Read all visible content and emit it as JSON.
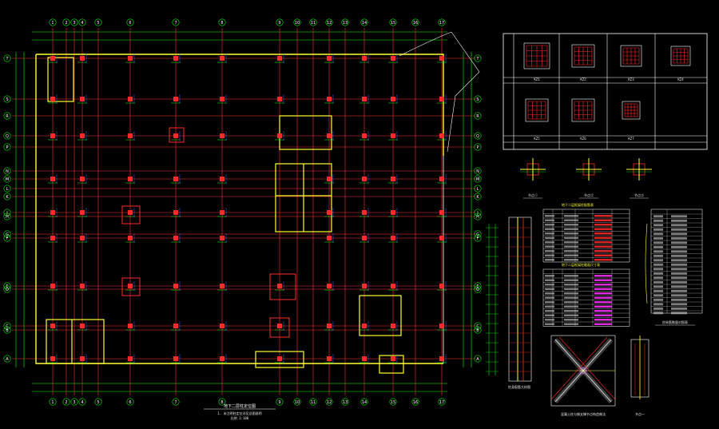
{
  "drawing": {
    "plan_title": "地下二层柱定位图",
    "plan_note": "1. 未注明柱定位详见总图说明",
    "plan_scale": "比例 1:100",
    "section_detail_title": "柱身配筋大样图",
    "cross_brace_title": "混凝土柱与钢支撑节点构造做法",
    "node_detail_title": "节点一",
    "top_grid_labels": [
      "1",
      "2",
      "3",
      "4",
      "5",
      "6",
      "7",
      "8",
      "9",
      "10",
      "11",
      "12",
      "13",
      "14",
      "15",
      "16",
      "17"
    ],
    "side_grid_labels": [
      "T",
      "S",
      "R",
      "Q",
      "P",
      "N",
      "M",
      "L",
      "K",
      "J",
      "H",
      "G",
      "F",
      "E",
      "D",
      "C",
      "B",
      "A"
    ],
    "column_schedule_labels": [
      "KZ1",
      "KZ2",
      "KZ3",
      "KZ4",
      "KZ5",
      "KZ6",
      "KZ7"
    ],
    "node_labels": [
      "节点①",
      "节点②",
      "节点③"
    ],
    "table1_title": "地下二层框架柱配筋表",
    "table2_title": "地下二层框架柱截面尺寸表",
    "right_table_title": "柱纵筋数量对照表",
    "colors": {
      "background": "#000000",
      "grid_line": "#ff3030",
      "axis_line": "#00ff00",
      "beam_line": "#ffff33",
      "column": "#ff2a2a",
      "dimension": "#00ff00",
      "text": "#ffffff",
      "accent_blue": "#4060ff",
      "accent_magenta": "#ff33ff",
      "accent_cyan": "#33ffff"
    }
  }
}
